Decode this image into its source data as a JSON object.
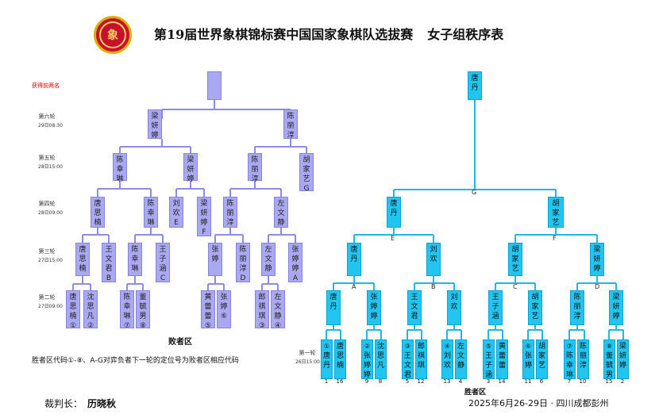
{
  "title": "第19届世界象棋锦标赛中国国家象棋队选拔赛",
  "subtitle": "女子组秩序表",
  "logo_text": "象",
  "top_note": "获得前两名",
  "rounds": [
    {
      "label": "第六轮",
      "time": "29日08:30"
    },
    {
      "label": "第五轮",
      "time": "28日15:00"
    },
    {
      "label": "第四轮",
      "time": "28日09:00"
    },
    {
      "label": "第三轮",
      "time": "27日15:00"
    },
    {
      "label": "第二轮",
      "time": "27日09:00"
    }
  ],
  "round1": {
    "label": "第一轮",
    "time": "26日15:00"
  },
  "loser_zone": "败者区",
  "winner_zone": "胜者区",
  "rule_text": "胜者区代码①-⑧、A-G对弈负者下一轮的定位号为败者区相应代码",
  "referee_label": "裁判长：",
  "referee_name": "历晓秋",
  "date_place": "2025年6月26-29日 · 四川成都彭州",
  "loser": {
    "r6_top": "",
    "r6": [
      "梁妍婷",
      "陈丽淳"
    ],
    "r5": [
      "陈幸琳",
      "梁妍婷",
      "陈丽淳",
      "胡家艺G"
    ],
    "r4": [
      "唐思楠",
      "陈幸琳",
      "刘欢E",
      "梁妍婷F",
      "陈丽淳",
      "左文静"
    ],
    "r3": [
      "唐思楠",
      "王文君B",
      "陈幸琳",
      "王子涵C",
      "张婷",
      "陈丽淳D",
      "左文静",
      "张婷婷A"
    ],
    "r2": [
      "唐思楠①",
      "沈思凡②",
      "陈幸琳⑦",
      "董毓男⑧",
      "黄蕾蕾⑤",
      "张婷⑥",
      "郎祺琪③",
      "左文静④"
    ]
  },
  "winner": {
    "champion": "唐丹",
    "r5": [
      "唐丹",
      "胡家艺"
    ],
    "r5_codes": [
      "G",
      "E",
      "F"
    ],
    "r4": [
      "唐丹",
      "刘欢",
      "胡家艺",
      "梁妍婷"
    ],
    "r4_codes": [
      "A",
      "B",
      "C",
      "D"
    ],
    "r2": [
      "唐丹",
      "张婷婷",
      "王文君",
      "刘欢",
      "王子涵",
      "胡家艺",
      "陈丽淳",
      "梁妍婷"
    ],
    "r1": [
      {
        "name": "唐丹",
        "code": "①",
        "seed": "1"
      },
      {
        "name": "唐思楠",
        "code": "",
        "seed": "16"
      },
      {
        "name": "张婷婷",
        "code": "②",
        "seed": "9"
      },
      {
        "name": "沈思凡",
        "code": "",
        "seed": "8"
      },
      {
        "name": "王文君",
        "code": "③",
        "seed": "5"
      },
      {
        "name": "郎祺琪",
        "code": "",
        "seed": "12"
      },
      {
        "name": "刘欢",
        "code": "④",
        "seed": "13"
      },
      {
        "name": "左文静",
        "code": "",
        "seed": "4"
      },
      {
        "name": "王子涵",
        "code": "⑤",
        "seed": "3"
      },
      {
        "name": "黄蕾蕾",
        "code": "",
        "seed": "14"
      },
      {
        "name": "张婷",
        "code": "⑥",
        "seed": "11"
      },
      {
        "name": "胡家艺",
        "code": "",
        "seed": "6"
      },
      {
        "name": "陈幸琳",
        "code": "⑦",
        "seed": "7"
      },
      {
        "name": "陈丽淳",
        "code": "",
        "seed": "10"
      },
      {
        "name": "董毓男",
        "code": "⑧",
        "seed": "15"
      },
      {
        "name": "梁妍婷",
        "code": "",
        "seed": "2"
      }
    ]
  },
  "colors": {
    "loser_box": "#aaa8f0",
    "winner_box": "#22c4f0",
    "loser_line": "#8f8ce6",
    "winner_line": "#22b8e6"
  }
}
